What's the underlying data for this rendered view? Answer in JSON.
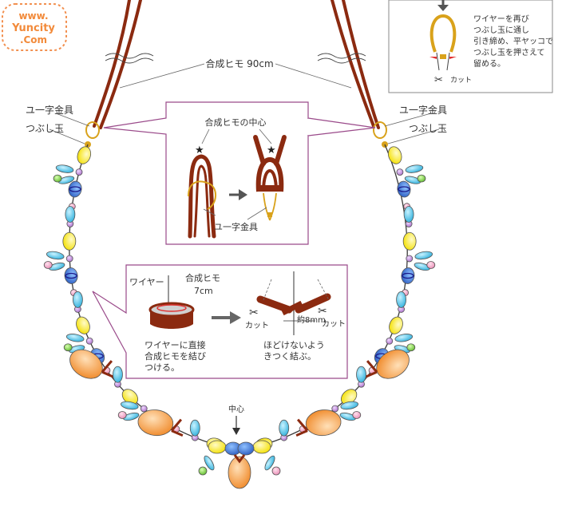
{
  "logo": {
    "line1": "www.",
    "line2": "Yuncity",
    "line3": ".Com"
  },
  "labels": {
    "cord_length": "合成ヒモ 90cm",
    "fitting_left": "ユ一字金具",
    "crimp_left": "つぶし玉",
    "fitting_right": "ユ一字金具",
    "crimp_right": "つぶし玉",
    "center": "中心"
  },
  "box_top": {
    "center_label": "合成ヒモの中心",
    "fitting_label": "ユ一字金具"
  },
  "box_mid": {
    "wire_label": "ワイヤー",
    "cord_label": "合成ヒモ",
    "length_label": "7cm",
    "desc_line1": "ワイヤーに直接",
    "desc_line2": "合成ヒモを結び",
    "desc_line3": "つける。",
    "cut_left": "カット",
    "gap_label": "約8mm",
    "cut_right": "カット",
    "knot_line1": "ほどけないよう",
    "knot_line2": "きつく結ぶ。"
  },
  "box_corner": {
    "line1": "ワイヤーを再び",
    "line2": "つぶし玉に通し",
    "line3": "引き締め、平ヤッコで",
    "line4": "つぶし玉を押さえて",
    "line5": "留める。",
    "cut": "カット"
  },
  "colors": {
    "cord": "#8b2a10",
    "wire": "#3a3a3a",
    "gold": "#d9a21b",
    "bead_yellow": "#fff02a",
    "bead_blue": "#3a78d8",
    "bead_cyan": "#4cc6e6",
    "bead_green": "#7ed03a",
    "bead_pink": "#f2a9c8",
    "bead_lilac": "#c48cd8",
    "bead_orange": "#f7a34b",
    "box_border": "#9a4a8a",
    "logo_dots": "#f29050"
  }
}
